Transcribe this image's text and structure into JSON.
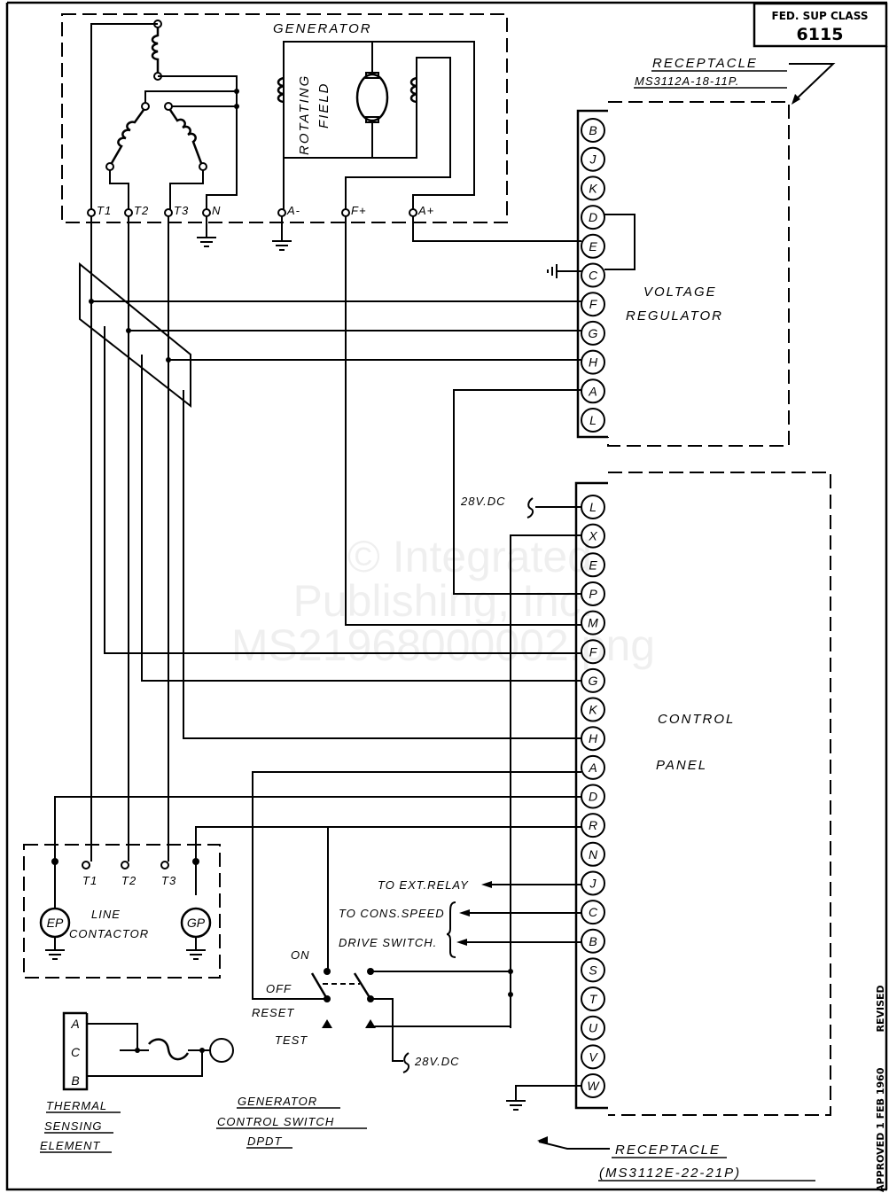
{
  "title_block": {
    "heading": "FED. SUP CLASS",
    "number": "6115"
  },
  "side_note": {
    "approved": "APPROVED 1 FEB 1960",
    "revised": "REVISED"
  },
  "generator": {
    "label": "GENERATOR",
    "field_label_1": "ROTATING",
    "field_label_2": "FIELD",
    "terminals": [
      "T1",
      "T2",
      "T3",
      "N",
      "A-",
      "F+",
      "A+"
    ]
  },
  "voltage_regulator": {
    "receptacle_label": "RECEPTACLE",
    "receptacle_part": "MS3112A-18-11P.",
    "label_1": "VOLTAGE",
    "label_2": "REGULATOR",
    "pins": [
      "B",
      "J",
      "K",
      "D",
      "E",
      "C",
      "F",
      "G",
      "H",
      "A",
      "L"
    ]
  },
  "control_panel": {
    "label_1": "CONTROL",
    "label_2": "PANEL",
    "supply_label": "28V.DC",
    "pins": [
      "L",
      "X",
      "E",
      "P",
      "M",
      "F",
      "G",
      "K",
      "H",
      "A",
      "D",
      "R",
      "N",
      "J",
      "C",
      "B",
      "S",
      "T",
      "U",
      "V",
      "W"
    ],
    "receptacle_label": "RECEPTACLE",
    "receptacle_part": "(MS3112E-22-21P)"
  },
  "external": {
    "ext_relay": "TO EXT.RELAY",
    "cons_speed_1": "TO CONS.SPEED",
    "cons_speed_2": "DRIVE SWITCH."
  },
  "line_contactor": {
    "label_1": "LINE",
    "label_2": "CONTACTOR",
    "terminals": [
      "T1",
      "T2",
      "T3"
    ],
    "ep": "EP",
    "gp": "GP"
  },
  "control_switch": {
    "positions": [
      "ON",
      "OFF",
      "RESET",
      "TEST"
    ],
    "supply_label": "28V.DC",
    "title_1": "GENERATOR",
    "title_2": "CONTROL SWITCH",
    "title_3": "DPDT"
  },
  "thermal": {
    "pins": [
      "A",
      "C",
      "B"
    ],
    "title_1": "THERMAL",
    "title_2": "SENSING",
    "title_3": "ELEMENT"
  },
  "watermark": [
    "© Integrated",
    "Publishing, Inc.",
    "MS21968000002.png"
  ]
}
